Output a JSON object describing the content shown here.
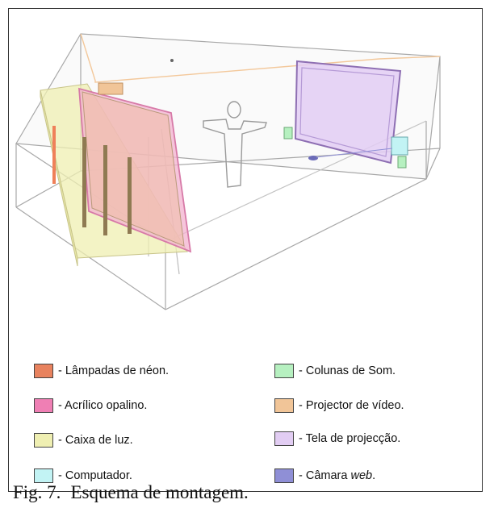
{
  "legend": [
    {
      "label": "- Lâmpadas de néon.",
      "color": "#e8825e"
    },
    {
      "label": "- Acrílico opalino.",
      "color": "#ef7fb4"
    },
    {
      "label": "- Caixa de luz.",
      "color": "#efefb2"
    },
    {
      "label": "- Computador.",
      "color": "#c2f3f4"
    },
    {
      "label": "- Colunas de Som.",
      "color": "#b6f0c0"
    },
    {
      "label": "- Projector de vídeo.",
      "color": "#f1c598"
    },
    {
      "label": "- Tela de projecção.",
      "color": "#e2cdf3"
    },
    {
      "label_prefix": "- Câmara ",
      "label_emph": "web",
      "label_suffix": ".",
      "color": "#8f8fd6"
    }
  ],
  "caption": {
    "number": "Fig. 7.",
    "text": "Esquema de montagem."
  }
}
